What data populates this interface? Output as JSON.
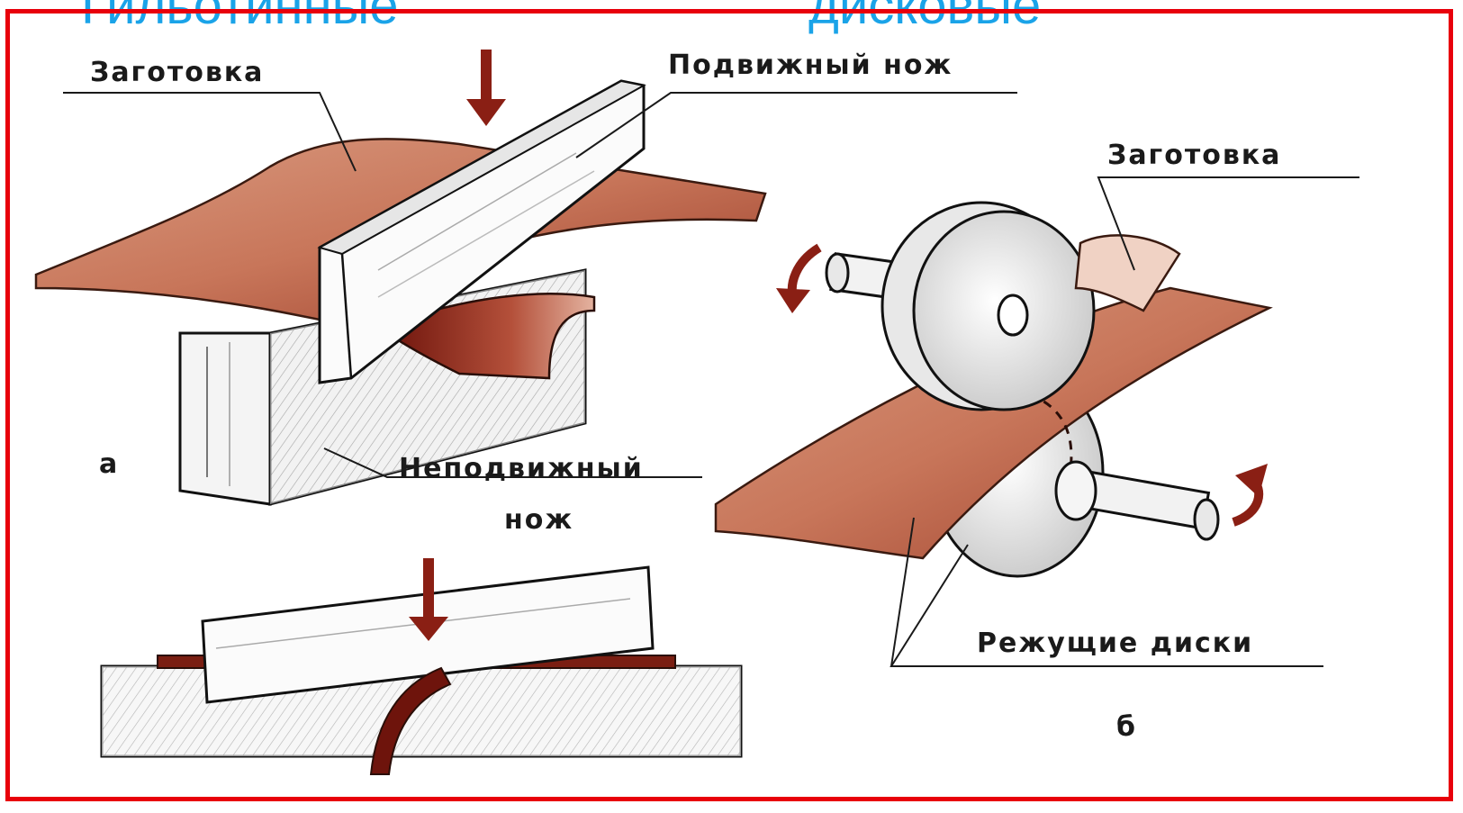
{
  "headers": {
    "left": "Гильотинные",
    "right": "дисковые"
  },
  "labels": {
    "workpiece_left": "Заготовка",
    "moving_knife": "Подвижный нож",
    "workpiece_right": "Заготовка",
    "fixed_knife_line1": "Неподвижный",
    "fixed_knife_line2": "нож",
    "cutting_discs": "Режущие диски",
    "marker_a": "а",
    "marker_b": "б"
  },
  "colors": {
    "frame": "#e8000b",
    "header_text": "#1aa3e8",
    "metal_sheet": "#c8765a",
    "metal_dark": "#7a1e12",
    "arrow": "#8a1f14",
    "line": "#1a1a1a"
  }
}
